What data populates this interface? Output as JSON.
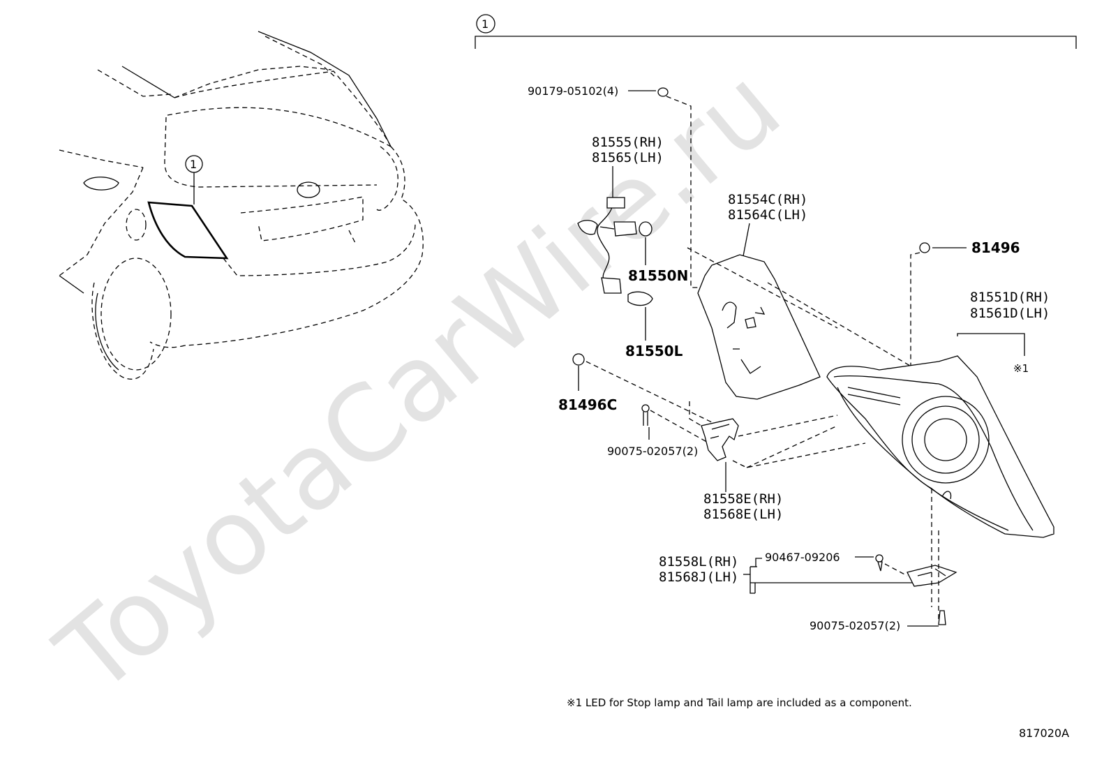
{
  "watermark": "ToyotaCarWire.ru",
  "callout": {
    "ref_number": "1"
  },
  "labels": {
    "screw_clip": "90179-05102(4)",
    "socket_wire_rh": "81555(RH)",
    "socket_wire_lh": "81565(LH)",
    "cover_rh": "81554C(RH)",
    "cover_lh": "81564C(LH)",
    "bulb_n": "81550N",
    "bulb_l": "81550L",
    "grommet_top": "81496",
    "lamp_rh": "81551D(RH)",
    "lamp_lh": "81561D(LH)",
    "note_marker": "※1",
    "grommet_c": "81496C",
    "screw_left": "90075-02057(2)",
    "bracket_rh": "81558E(RH)",
    "bracket_lh": "81568E(LH)",
    "retainer_rh": "81558L(RH)",
    "retainer_lh": "81568J(LH)",
    "clip": "90467-09206",
    "screw_bottom": "90075-02057(2)"
  },
  "footnote": "※1 LED for Stop lamp and Tail lamp are included as a component.",
  "diagram_code": "817020A"
}
